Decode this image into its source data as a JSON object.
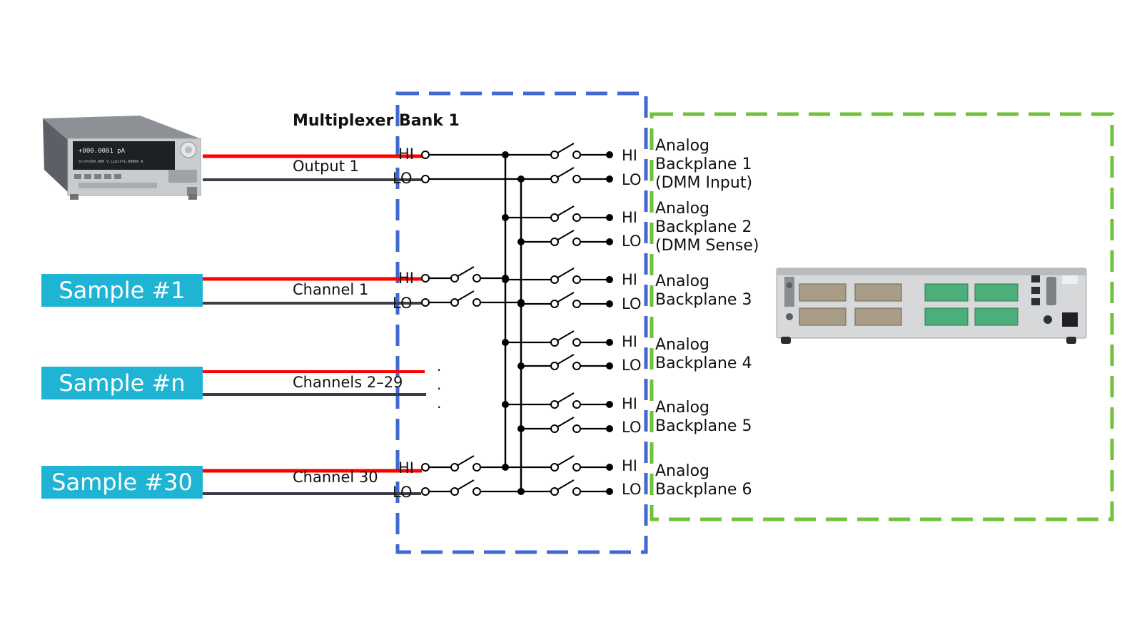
{
  "title": "Multiplexer Bank 1",
  "source_meter": {
    "display_line1": "+000.0001 pA",
    "display_line2": "SrcV=200.000 V  Limit=1.00000 A"
  },
  "samples": [
    {
      "label": "Sample #1"
    },
    {
      "label": "Sample #n"
    },
    {
      "label": "Sample #30"
    }
  ],
  "wires": {
    "output": "Output 1",
    "channel_1": "Channel 1",
    "channels_mid": "Channels 2–29",
    "channel_30": "Channel 30",
    "continuation": ". . ."
  },
  "terminal_labels": {
    "hi": "HI",
    "lo": "LO"
  },
  "backplanes": [
    {
      "line1": "Analog",
      "line2": "Backplane 1",
      "line3": "(DMM Input)"
    },
    {
      "line1": "Analog",
      "line2": "Backplane 2",
      "line3": "(DMM Sense)"
    },
    {
      "line1": "Analog",
      "line2": "Backplane 3"
    },
    {
      "line1": "Analog",
      "line2": "Backplane 4"
    },
    {
      "line1": "Analog",
      "line2": "Backplane 5"
    },
    {
      "line1": "Analog",
      "line2": "Backplane 6"
    }
  ],
  "colors": {
    "hi_wire": "#ff0000",
    "lo_wire": "#3a3f47",
    "sample_box": "#1fb4d3",
    "mux_border": "#4169d2",
    "mainframe_border": "#6fc23a"
  },
  "icons": [
    "source-meter-image",
    "switch-mainframe-image",
    "switch-icon"
  ]
}
